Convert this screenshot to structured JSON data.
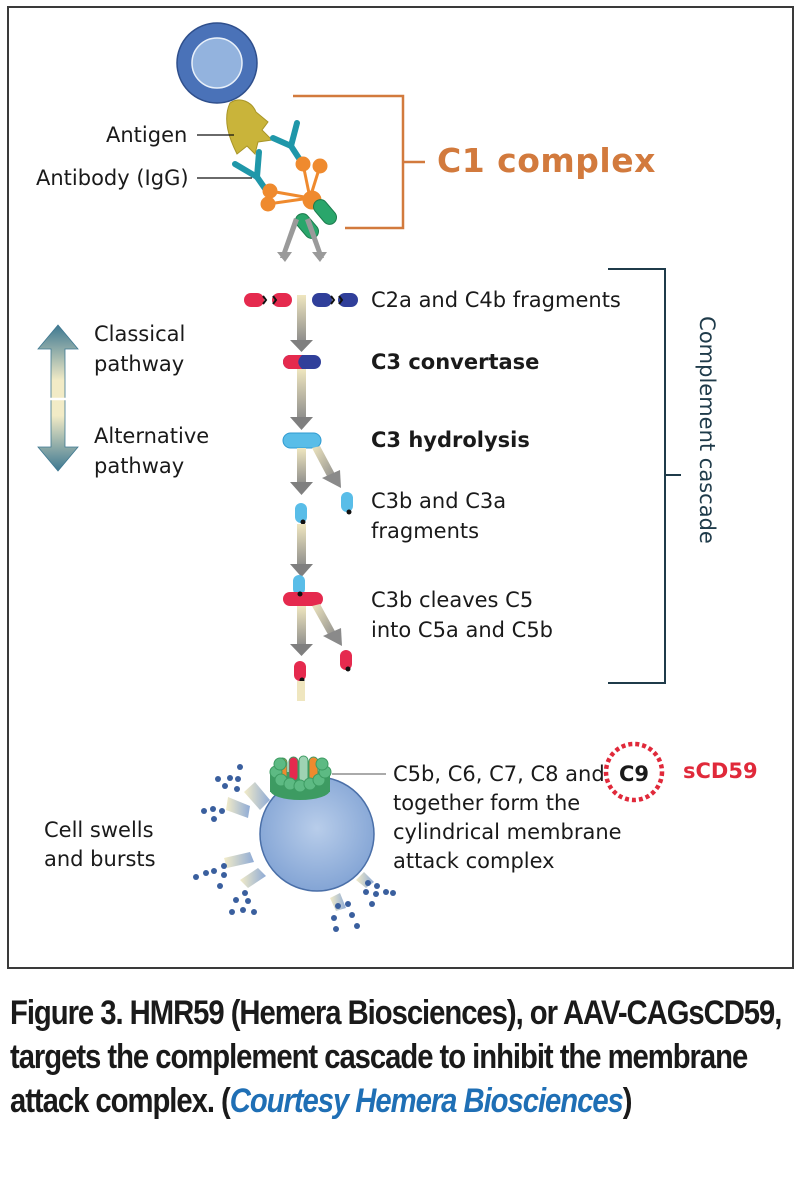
{
  "figure": {
    "labels": {
      "antigen": "Antigen",
      "antibody": "Antibody (IgG)",
      "c1_complex": "C1 complex",
      "classical_pathway_line1": "Classical",
      "classical_pathway_line2": "pathway",
      "alternative_pathway_line1": "Alternative",
      "alternative_pathway_line2": "pathway",
      "step_fragments": "C2a and C4b fragments",
      "step_convertase": "C3 convertase",
      "step_hydrolysis": "C3 hydrolysis",
      "step_c3b_line1": "C3b and C3a",
      "step_c3b_line2": "fragments",
      "step_cleave_line1": "C3b cleaves C5",
      "step_cleave_line2": "into C5a and C5b",
      "complement_cascade": "Complement cascade",
      "mac_line1": "C5b, C6, C7, C8 and",
      "mac_c9": "C9",
      "mac_line2": "together form the",
      "mac_line3": "cylindrical membrane",
      "mac_line4": "attack complex",
      "scd59": "sCD59",
      "cell_line1": "Cell swells",
      "cell_line2": "and bursts"
    },
    "colors": {
      "c1_accent": "#d27a3d",
      "inhibitor_red": "#e0293a",
      "cascade_bracket": "#1f3b4a",
      "caption_credit_blue": "#1f6fb5"
    }
  },
  "caption": {
    "main": "Figure 3. HMR59 (Hemera Biosciences), or AAV-CAGsCD59, targets the complement cascade to inhibit the membrane attack complex. (",
    "credit": "Courtesy Hemera Biosciences",
    "close": ")"
  }
}
